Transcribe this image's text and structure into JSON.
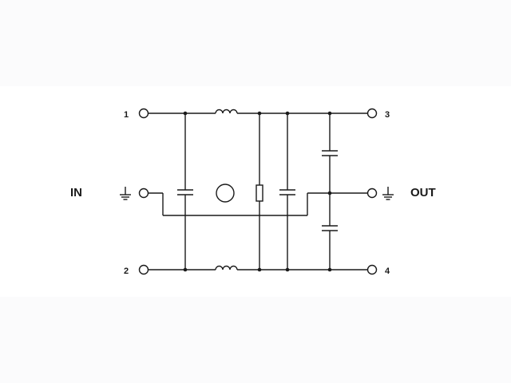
{
  "labels": {
    "in": "IN",
    "out": "OUT",
    "pin1": "1",
    "pin2": "2",
    "pin3": "3",
    "pin4": "4"
  },
  "icons": [
    "terminal-icon",
    "ground-icon",
    "inductor-icon",
    "capacitor-icon",
    "resistor-icon",
    "varistor-icon"
  ],
  "colors": {
    "ink": "#1a1a1a",
    "background": "#ffffff"
  }
}
